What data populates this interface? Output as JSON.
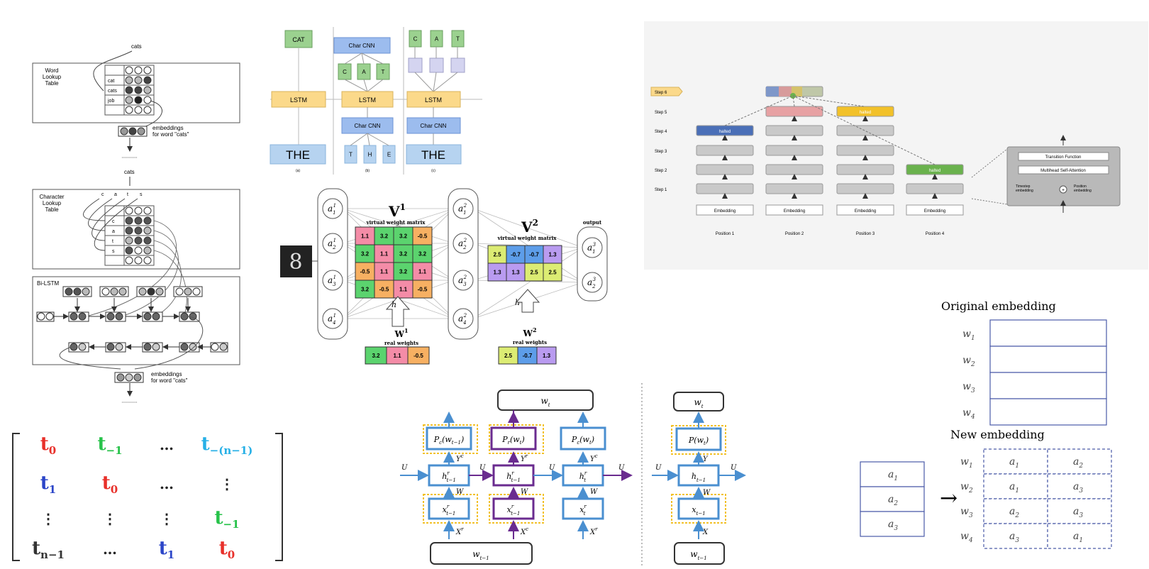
{
  "p1": {
    "cats_top": "cats",
    "word_table": "Word\nLookup\nTable",
    "words": [
      "",
      "cat",
      "cats",
      "job",
      ""
    ],
    "emb1": "embeddings\nfor word \"cats\"",
    "cats_mid": "cats",
    "char_table": "Character\nLookup\nTable",
    "chars_top": [
      "c",
      "a",
      "t",
      "s"
    ],
    "chars": [
      "",
      "c",
      "a",
      "t",
      "s",
      ""
    ],
    "bilstm": "Bi-LSTM",
    "emb2": "embeddings\nfor word \"cats\""
  },
  "p2": {
    "a_out": "CAT",
    "a_lstm": "LSTM",
    "a_in": "THE",
    "a_cap": "(a)",
    "b_cnn_top": "Char CNN",
    "b_out": [
      "C",
      "A",
      "T"
    ],
    "b_lstm": "LSTM",
    "b_cnn_bot": "Char CNN",
    "b_in": [
      "T",
      "H",
      "E"
    ],
    "b_cap": "(b)",
    "c_out": [
      "C",
      "A",
      "T"
    ],
    "c_lstm": "LSTM",
    "c_cnn": "Char CNN",
    "c_in": "THE",
    "c_cap": "(c)"
  },
  "p3": {
    "steps": [
      "Step 6",
      "Step 5",
      "Step 4",
      "Step 3",
      "Step 2",
      "Step 1"
    ],
    "halted": "halted",
    "embedding": "Embedding",
    "positions": [
      "Position 1",
      "Position 2",
      "Position 3",
      "Position 4"
    ],
    "detail": [
      "Transition Function",
      "Multihead Self-Attention",
      "Timestep\nembedding",
      "Position\nembedding"
    ]
  },
  "p4": {
    "left_nodes": [
      "a1^1",
      "a2^1",
      "a3^1",
      "a4^1"
    ],
    "mid_nodes": [
      "a1^2",
      "a2^2",
      "a3^2",
      "a4^2"
    ],
    "out_nodes": [
      "a1^3",
      "a2^3"
    ],
    "v1_title": "V",
    "v1_sup": "1",
    "v1_sub": "virtual weight matrix",
    "v1": [
      [
        "1.1",
        "3.2",
        "3.2",
        "-0.5"
      ],
      [
        "3.2",
        "1.1",
        "3.2",
        "3.2"
      ],
      [
        "-0.5",
        "1.1",
        "3.2",
        "1.1"
      ],
      [
        "3.2",
        "-0.5",
        "1.1",
        "-0.5"
      ]
    ],
    "v1_colors": [
      [
        "p",
        "g",
        "g",
        "o"
      ],
      [
        "g",
        "p",
        "g",
        "g"
      ],
      [
        "o",
        "p",
        "g",
        "p"
      ],
      [
        "g",
        "o",
        "p",
        "o"
      ]
    ],
    "v2_title": "V",
    "v2_sup": "2",
    "v2_sub": "virtual weight matrix",
    "v2": [
      [
        "2.5",
        "-0.7",
        "-0.7",
        "1.3"
      ],
      [
        "1.3",
        "1.3",
        "2.5",
        "2.5"
      ]
    ],
    "v2_colors": [
      [
        "y",
        "b",
        "b",
        "v"
      ],
      [
        "v",
        "v",
        "y",
        "y"
      ]
    ],
    "w1_title": "W",
    "w1_sup": "1",
    "w1_sub": "real weights",
    "w1": [
      "3.2",
      "1.1",
      "-0.5"
    ],
    "w1_colors": [
      "g",
      "p",
      "o"
    ],
    "w2_title": "W",
    "w2_sup": "2",
    "w2_sub": "real weights",
    "w2": [
      "2.5",
      "-0.7",
      "1.3"
    ],
    "w2_colors": [
      "y",
      "b",
      "v"
    ],
    "h1": "h",
    "h2": "h",
    "output": "output",
    "colors": {
      "p": "#f48ca7",
      "g": "#5bd36e",
      "o": "#f7b062",
      "y": "#dcec73",
      "b": "#5d9de9",
      "v": "#b99bf0"
    }
  },
  "p5": {
    "rows": [
      [
        {
          "b": "t",
          "s": "0",
          "c": "#e8302a"
        },
        {
          "b": "t",
          "s": "−1",
          "c": "#27c24a"
        },
        {
          "b": "…",
          "s": "",
          "c": "#222"
        },
        {
          "b": "t",
          "s": "−(n−1)",
          "c": "#27b0e6"
        }
      ],
      [
        {
          "b": "t",
          "s": "1",
          "c": "#2b45c8"
        },
        {
          "b": "t",
          "s": "0",
          "c": "#e8302a"
        },
        {
          "b": "…",
          "s": "",
          "c": "#222"
        },
        {
          "b": "⋮",
          "s": "",
          "c": "#222"
        }
      ],
      [
        {
          "b": "⋮",
          "s": "",
          "c": "#222"
        },
        {
          "b": "⋮",
          "s": "",
          "c": "#222"
        },
        {
          "b": "⋮",
          "s": "",
          "c": "#222"
        },
        {
          "b": "t",
          "s": "−1",
          "c": "#27c24a"
        }
      ],
      [
        {
          "b": "t",
          "s": "n−1",
          "c": "#333"
        },
        {
          "b": "…",
          "s": "",
          "c": "#222"
        },
        {
          "b": "t",
          "s": "1",
          "c": "#2b45c8"
        },
        {
          "b": "t",
          "s": "0",
          "c": "#e8302a"
        }
      ]
    ]
  },
  "p6": {
    "wt": "w",
    "wt_sub": "t",
    "wtm1": "w",
    "wtm1_sub": "t−1",
    "p_labels": [
      "P",
      "P",
      "P"
    ],
    "h_labels": [
      "h",
      "h",
      "h"
    ],
    "x_labels": [
      "x",
      "x",
      "x"
    ],
    "U": "U",
    "W": "W",
    "Yc": "Y",
    "Xr": "X",
    "Xc": "X",
    "right": {
      "wt": "w",
      "p": "P(w",
      "h": "h",
      "x": "x",
      "W": "W",
      "Y": "Y",
      "X": "X",
      "U": "U",
      "wtm1": "w"
    }
  },
  "p7": {
    "orig_title": "Original embedding",
    "w": [
      "w1",
      "w2",
      "w3",
      "w4"
    ],
    "new_title": "New embedding",
    "a": [
      "a1",
      "a2",
      "a3"
    ],
    "arrow": "→",
    "grid": [
      [
        "a1",
        "a2"
      ],
      [
        "a1",
        "a3"
      ],
      [
        "a2",
        "a3"
      ],
      [
        "a3",
        "a1"
      ]
    ]
  }
}
